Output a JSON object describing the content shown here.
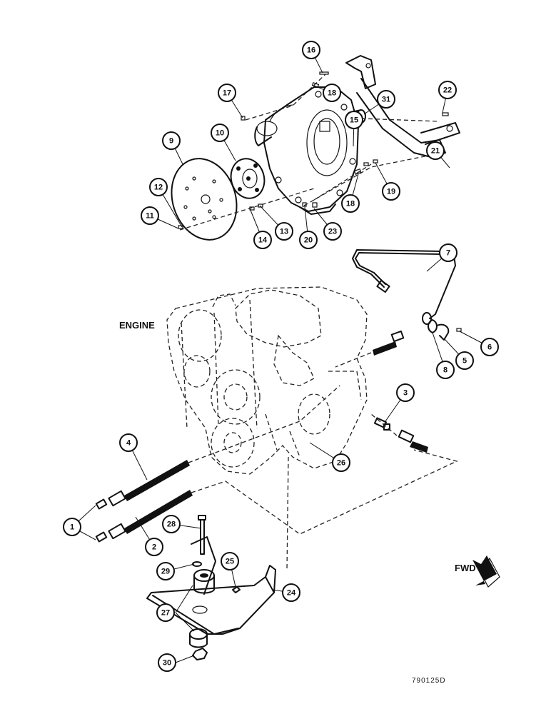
{
  "labels": {
    "engine": "ENGINE",
    "forward": "FWD",
    "drawing_code": "790125D"
  },
  "callouts": [
    "1",
    "2",
    "3",
    "4",
    "5",
    "6",
    "7",
    "8",
    "9",
    "10",
    "11",
    "12",
    "13",
    "14",
    "15",
    "16",
    "17",
    "18",
    "19",
    "20",
    "21",
    "22",
    "23",
    "24",
    "25",
    "26",
    "27",
    "28",
    "29",
    "30",
    "31"
  ]
}
